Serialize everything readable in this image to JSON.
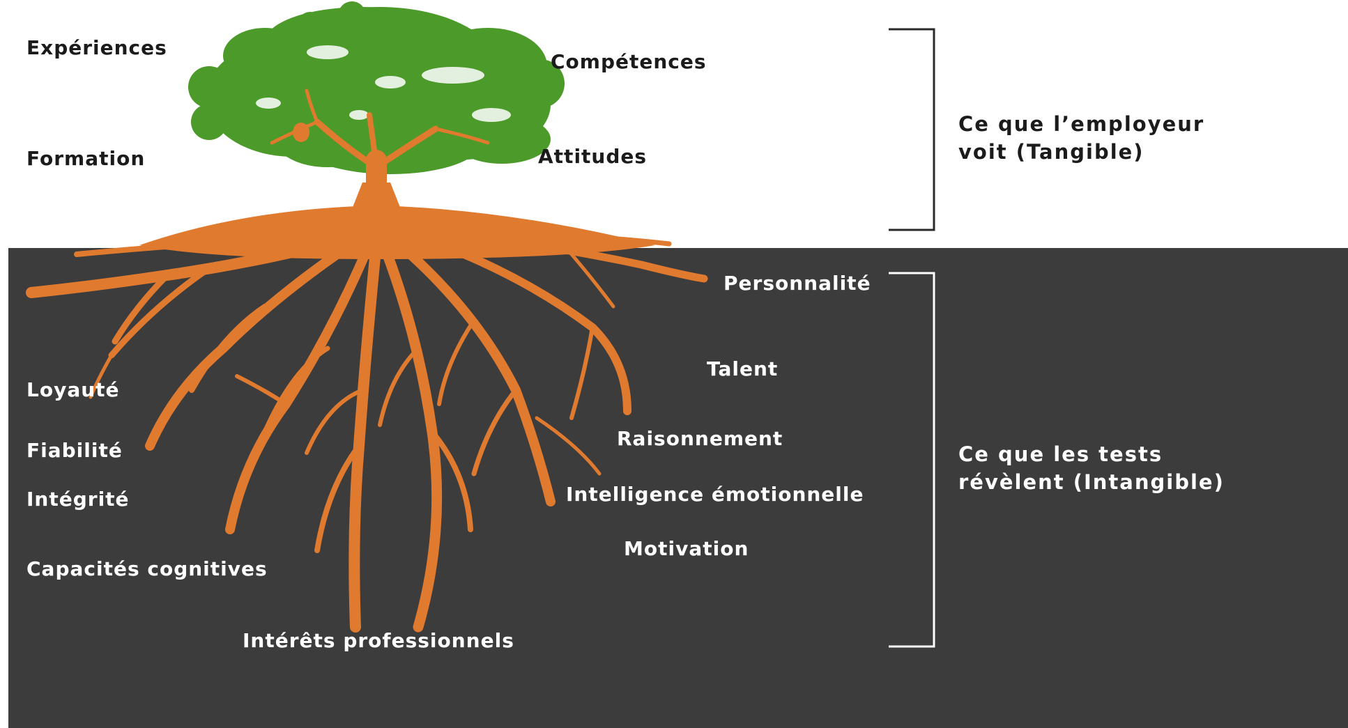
{
  "colors": {
    "foliage": "#4c9a2a",
    "foliage_light": "#6fb83d",
    "roots": "#e07a2f",
    "ground": "#3d3c3d",
    "text_dark": "#1b1b1b",
    "text_light": "#ffffff"
  },
  "visible": {
    "title": "",
    "labels": [
      "Expériences",
      "Compétences",
      "Formation",
      "Attitudes"
    ],
    "summary_line1": "Ce que l’employeur",
    "summary_line2": "voit (Tangible)"
  },
  "hidden": {
    "labels": [
      "Personnalité",
      "Talent",
      "Loyauté",
      "Raisonnement",
      "Fiabilité",
      "Intégrité",
      "Intelligence émotionnelle",
      "Motivation",
      "Capacités cognitives",
      "Intérêts professionnels"
    ],
    "summary_line1": "Ce que les tests",
    "summary_line2": "révèlent (Intangible)"
  }
}
